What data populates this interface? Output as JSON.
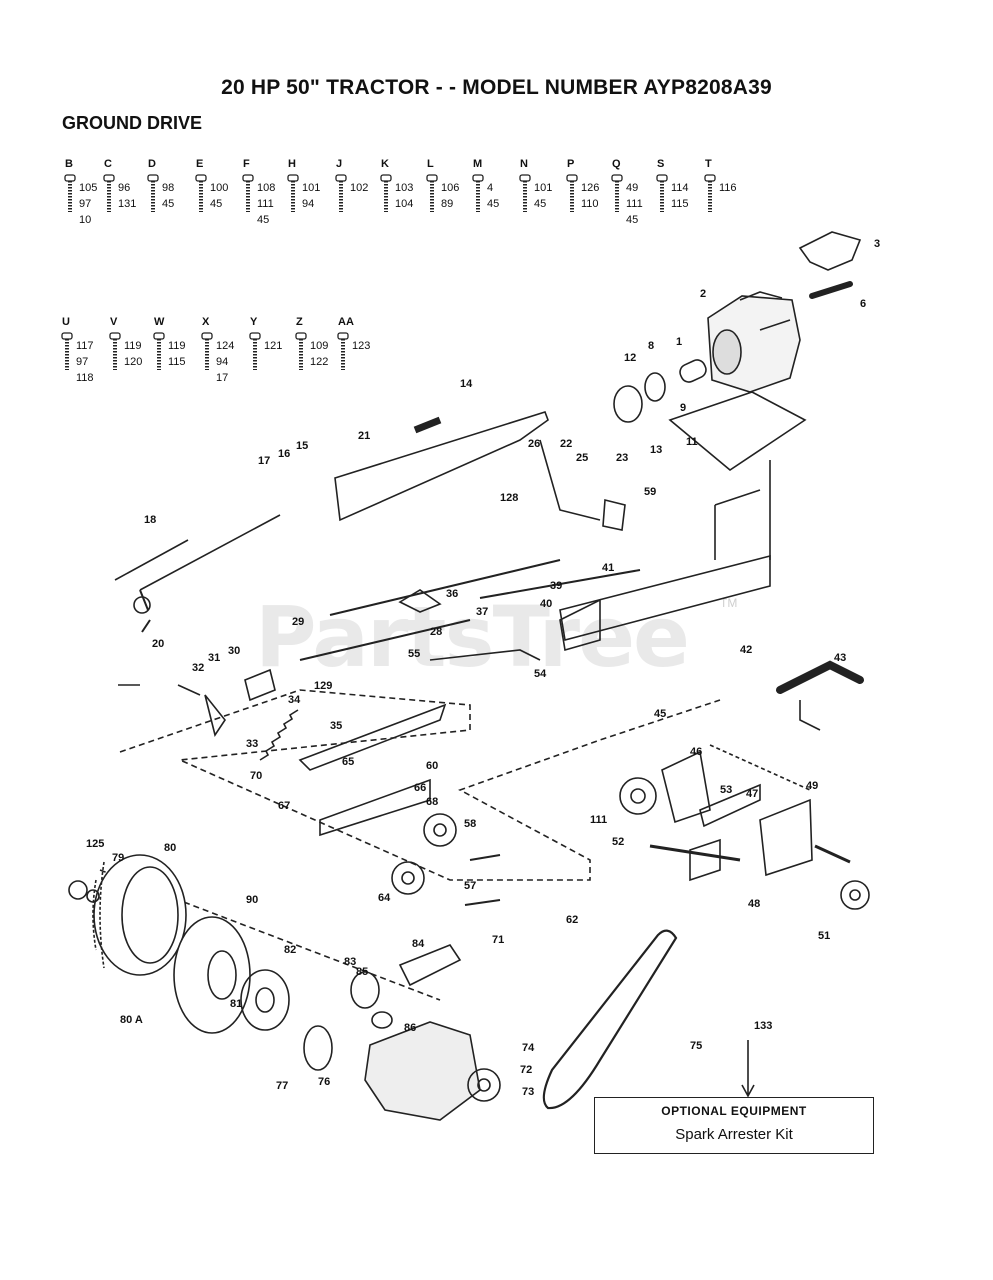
{
  "header": {
    "title": "20 HP 50\" TRACTOR - - MODEL NUMBER AYP8208A39",
    "section": "GROUND DRIVE"
  },
  "hardware_row1": [
    {
      "letter": "B",
      "parts": [
        "105",
        "97",
        "10"
      ]
    },
    {
      "letter": "C",
      "parts": [
        "96",
        "131"
      ]
    },
    {
      "letter": "D",
      "parts": [
        "98",
        "45"
      ]
    },
    {
      "letter": "E",
      "parts": [
        "100",
        "45"
      ]
    },
    {
      "letter": "F",
      "parts": [
        "108",
        "111",
        "45"
      ]
    },
    {
      "letter": "H",
      "parts": [
        "101",
        "94"
      ]
    },
    {
      "letter": "J",
      "parts": [
        "102"
      ]
    },
    {
      "letter": "K",
      "parts": [
        "103",
        "104"
      ]
    },
    {
      "letter": "L",
      "parts": [
        "106",
        "89"
      ]
    },
    {
      "letter": "M",
      "parts": [
        "4",
        "45"
      ]
    },
    {
      "letter": "N",
      "parts": [
        "101",
        "45"
      ]
    },
    {
      "letter": "P",
      "parts": [
        "126",
        "110"
      ]
    },
    {
      "letter": "Q",
      "parts": [
        "49",
        "111",
        "45"
      ]
    },
    {
      "letter": "S",
      "parts": [
        "114",
        "115"
      ]
    },
    {
      "letter": "T",
      "parts": [
        "116"
      ]
    }
  ],
  "hardware_row2": [
    {
      "letter": "U",
      "parts": [
        "117",
        "97",
        "118"
      ]
    },
    {
      "letter": "V",
      "parts": [
        "119",
        "120"
      ]
    },
    {
      "letter": "W",
      "parts": [
        "119",
        "115"
      ]
    },
    {
      "letter": "X",
      "parts": [
        "124",
        "94",
        "17"
      ]
    },
    {
      "letter": "Y",
      "parts": [
        "121"
      ]
    },
    {
      "letter": "Z",
      "parts": [
        "109",
        "122"
      ]
    },
    {
      "letter": "AA",
      "parts": [
        "123"
      ]
    }
  ],
  "callouts": [
    "1",
    "2",
    "3",
    "6",
    "8",
    "9",
    "11",
    "12",
    "13",
    "14",
    "15",
    "16",
    "17",
    "18",
    "20",
    "21",
    "22",
    "23",
    "25",
    "26",
    "28",
    "29",
    "30",
    "31",
    "32",
    "33",
    "34",
    "35",
    "36",
    "37",
    "39",
    "40",
    "41",
    "42",
    "43",
    "45",
    "46",
    "47",
    "48",
    "49",
    "51",
    "52",
    "53",
    "54",
    "55",
    "57",
    "58",
    "59",
    "60",
    "62",
    "64",
    "65",
    "66",
    "67",
    "68",
    "70",
    "71",
    "72",
    "73",
    "74",
    "75",
    "76",
    "77",
    "79",
    "80",
    "80 A",
    "81",
    "82",
    "83",
    "84",
    "85",
    "86",
    "90",
    "111",
    "125",
    "128",
    "129",
    "133"
  ],
  "optional": {
    "title": "OPTIONAL EQUIPMENT",
    "item": "Spark Arrester Kit"
  },
  "watermark": "PartsTree",
  "watermark_tm": "TM"
}
